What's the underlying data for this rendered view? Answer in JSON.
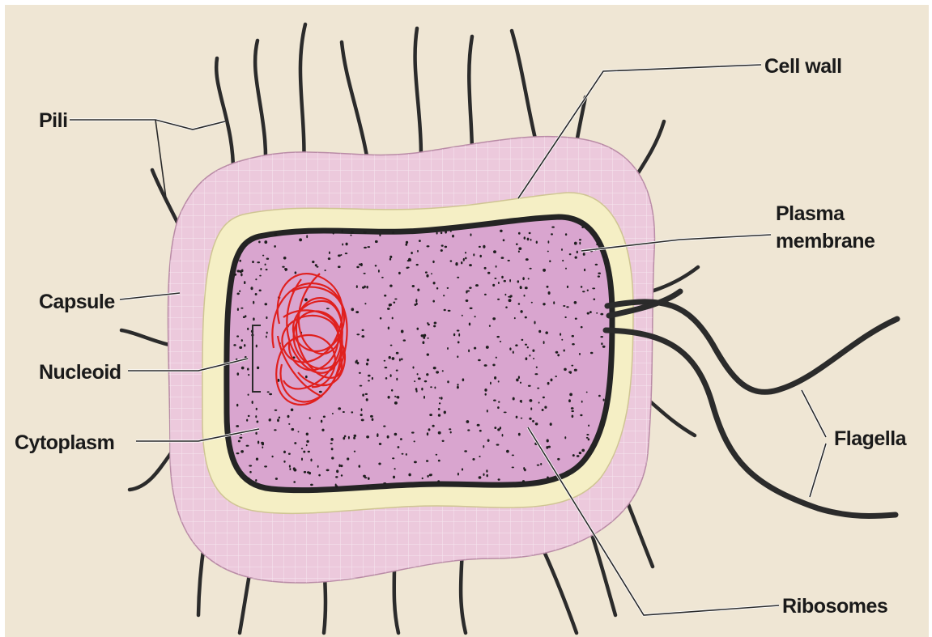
{
  "diagram": {
    "colors": {
      "background": "#efe6d4",
      "capsule": "#ecc9dc",
      "cell_wall": "#f5efc5",
      "cytoplasm": "#d9a5cf",
      "membrane": "#242424",
      "nucleoid": "#e0201e",
      "structures": "#2b2b2b"
    },
    "labels": {
      "pili": "Pili",
      "cell_wall": "Cell wall",
      "plasma_membrane_line1": "Plasma",
      "plasma_membrane_line2": "membrane",
      "capsule": "Capsule",
      "nucleoid": "Nucleoid",
      "cytoplasm": "Cytoplasm",
      "flagella": "Flagella",
      "ribosomes": "Ribosomes"
    }
  }
}
